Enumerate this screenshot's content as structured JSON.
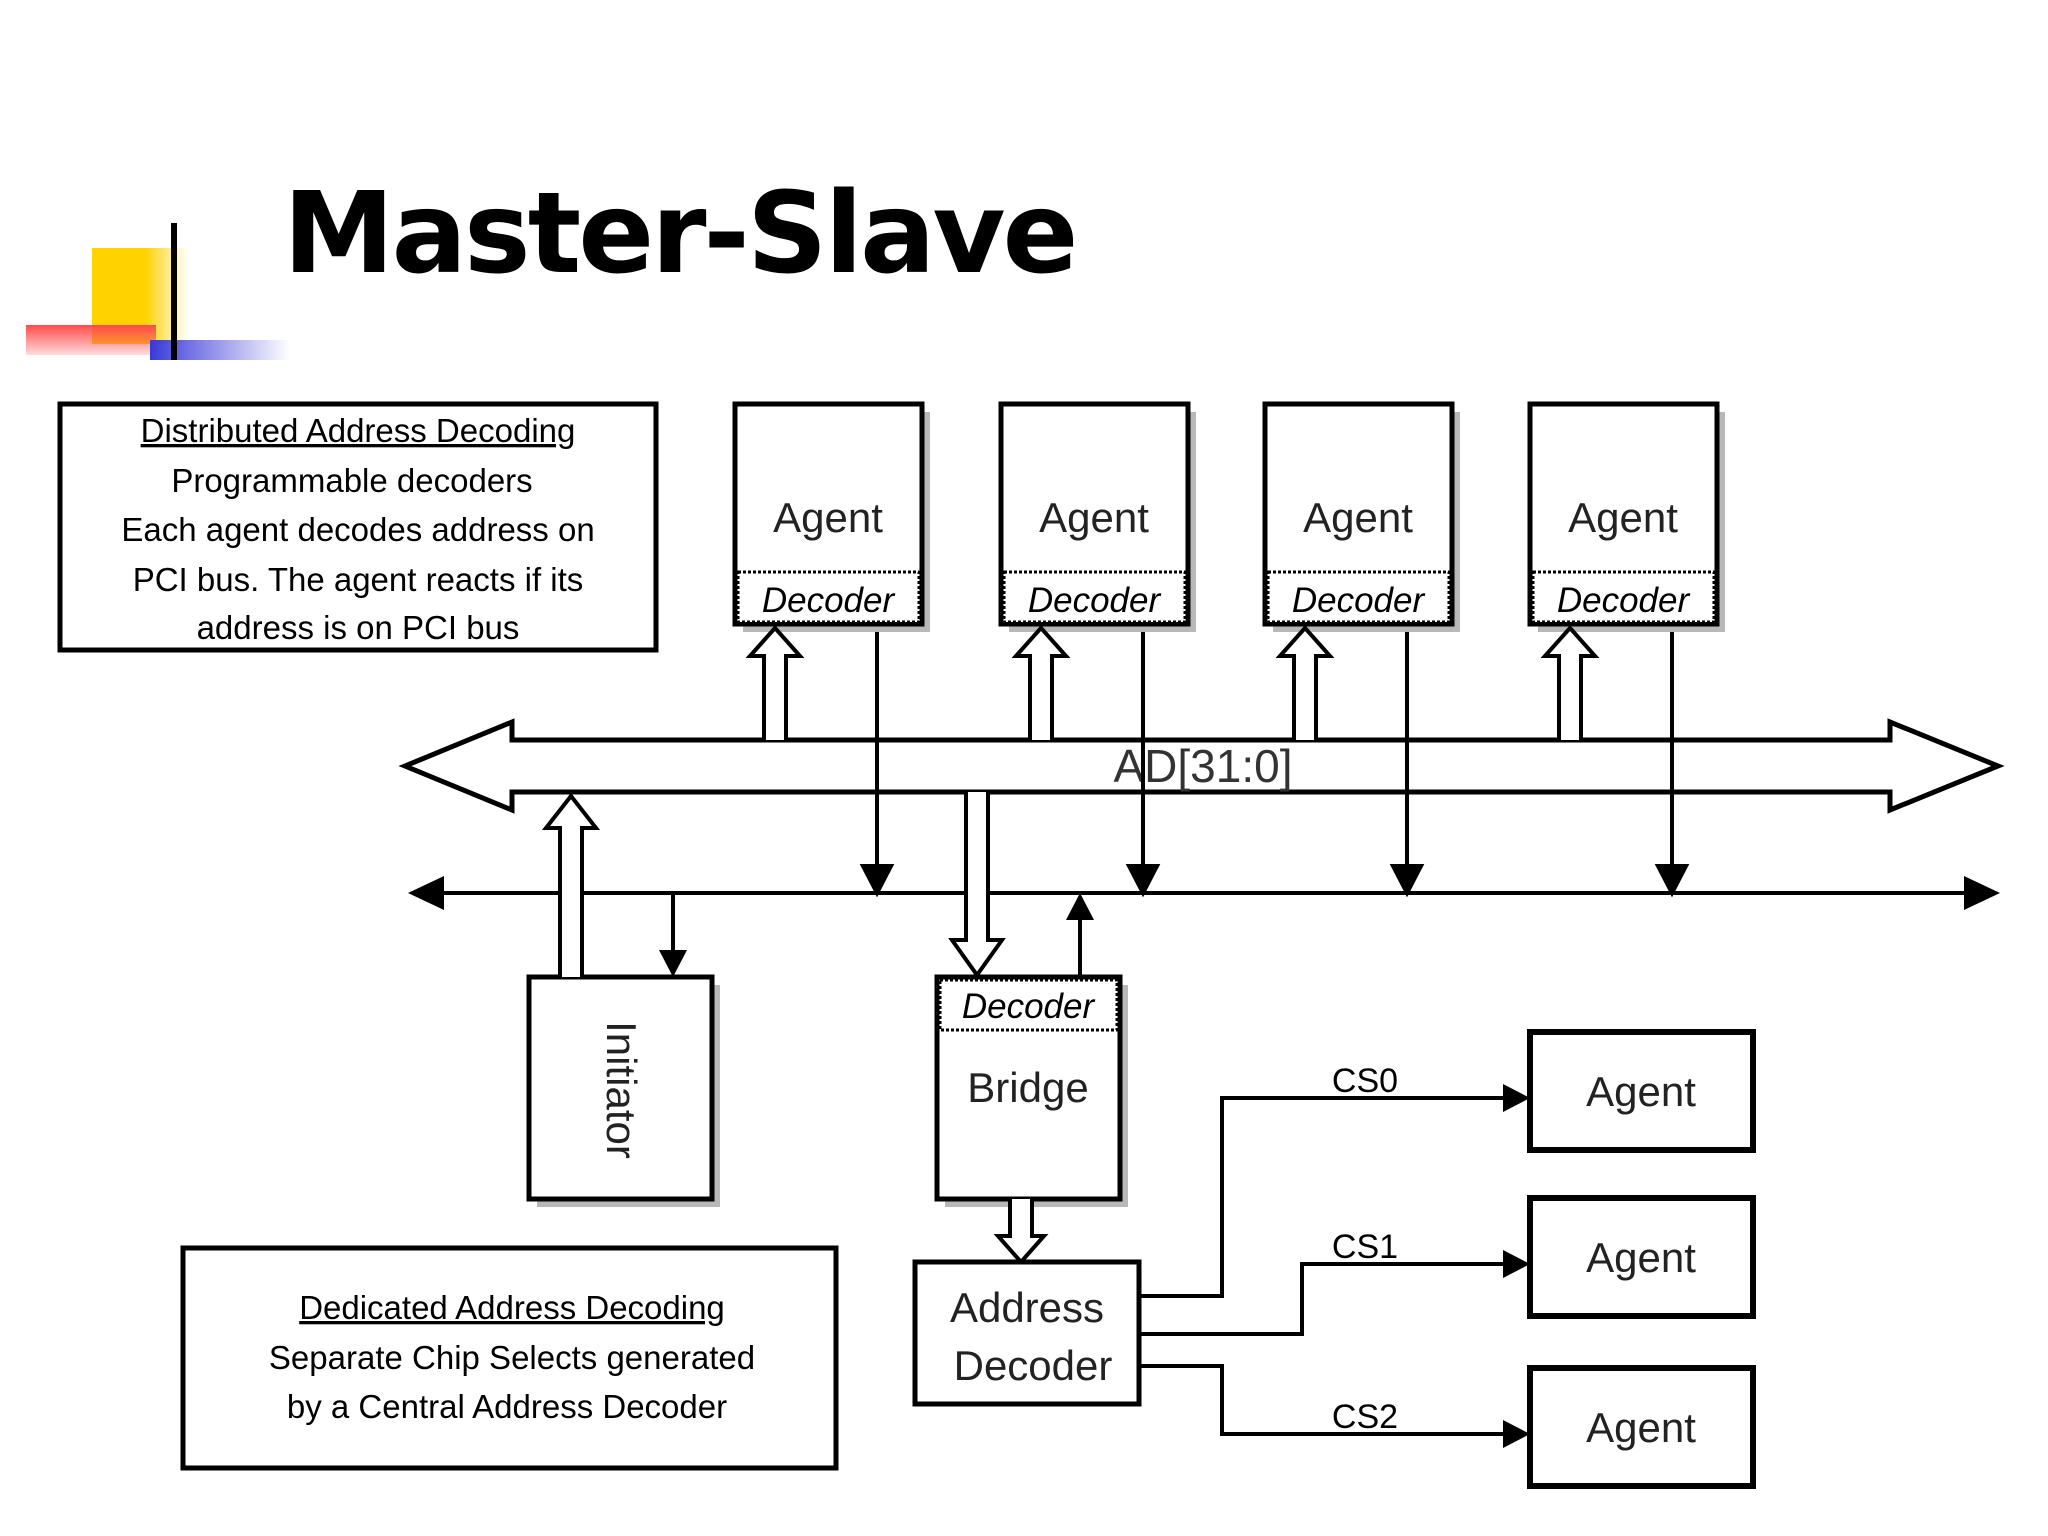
{
  "slide": {
    "title": "Master-Slave"
  },
  "diagram": {
    "distributed_box": {
      "heading": "Distributed Address Decoding",
      "lines": [
        "Programmable decoders",
        "Each agent decodes address on",
        "PCI bus.  The agent reacts if its",
        "address is on PCI bus"
      ]
    },
    "dedicated_box": {
      "heading": "Dedicated Address Decoding",
      "lines": [
        "Separate Chip Selects generated",
        "by a Central Address Decoder"
      ]
    },
    "agent_label": "Agent",
    "decoder_label": "Decoder",
    "bus_label": "AD[31:0]",
    "initiator_label": "Initiator",
    "bridge_label": "Bridge",
    "address_decoder_lines": [
      "Address",
      "Decoder"
    ],
    "chip_selects": [
      "CS0",
      "CS1",
      "CS2"
    ]
  }
}
